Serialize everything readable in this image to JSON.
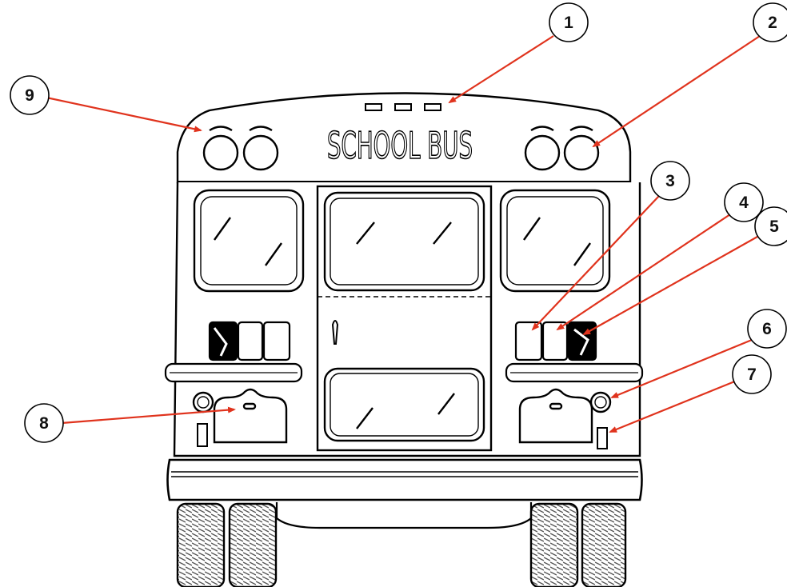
{
  "bus": {
    "sign_text": "SCHOOL BUS"
  },
  "callouts": [
    {
      "label": "1"
    },
    {
      "label": "2"
    },
    {
      "label": "3"
    },
    {
      "label": "4"
    },
    {
      "label": "5"
    },
    {
      "label": "6"
    },
    {
      "label": "7"
    },
    {
      "label": "8"
    },
    {
      "label": "9"
    }
  ],
  "colors": {
    "arrow": "#e0331d",
    "outline": "#000000",
    "tire_hatch": "#555555"
  }
}
